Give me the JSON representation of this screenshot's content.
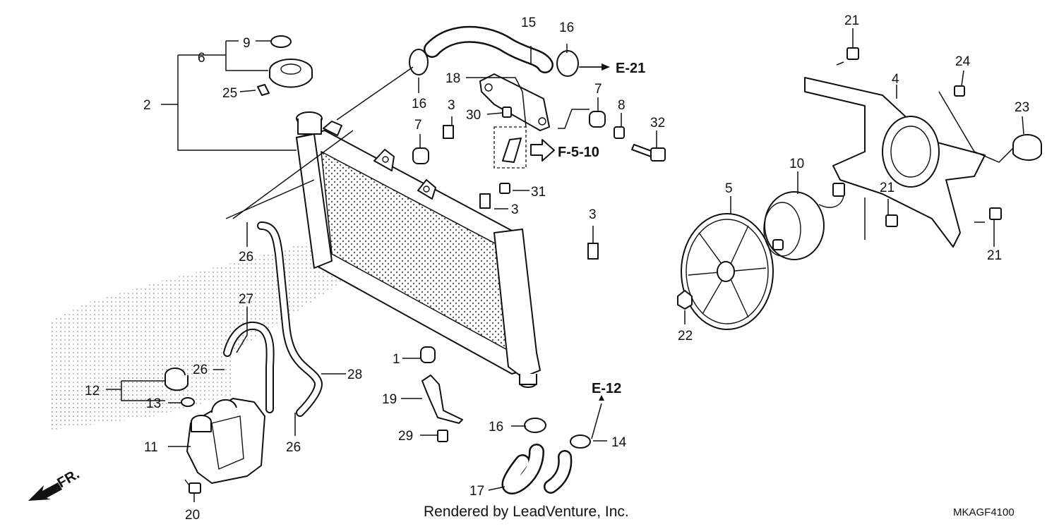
{
  "diagram": {
    "callouts": [
      "1",
      "2",
      "3",
      "4",
      "5",
      "6",
      "7",
      "8",
      "9",
      "10",
      "11",
      "12",
      "13",
      "14",
      "15",
      "16",
      "17",
      "18",
      "19",
      "20",
      "21",
      "22",
      "23",
      "24",
      "25",
      "26",
      "27",
      "28",
      "29",
      "30",
      "31",
      "32"
    ],
    "references": {
      "e21": "E-21",
      "f510": "F-5-10",
      "e12": "E-12"
    },
    "front_label": "FR.",
    "footer_credit": "Rendered by LeadVenture, Inc.",
    "diagram_code": "MKAGF4100"
  }
}
